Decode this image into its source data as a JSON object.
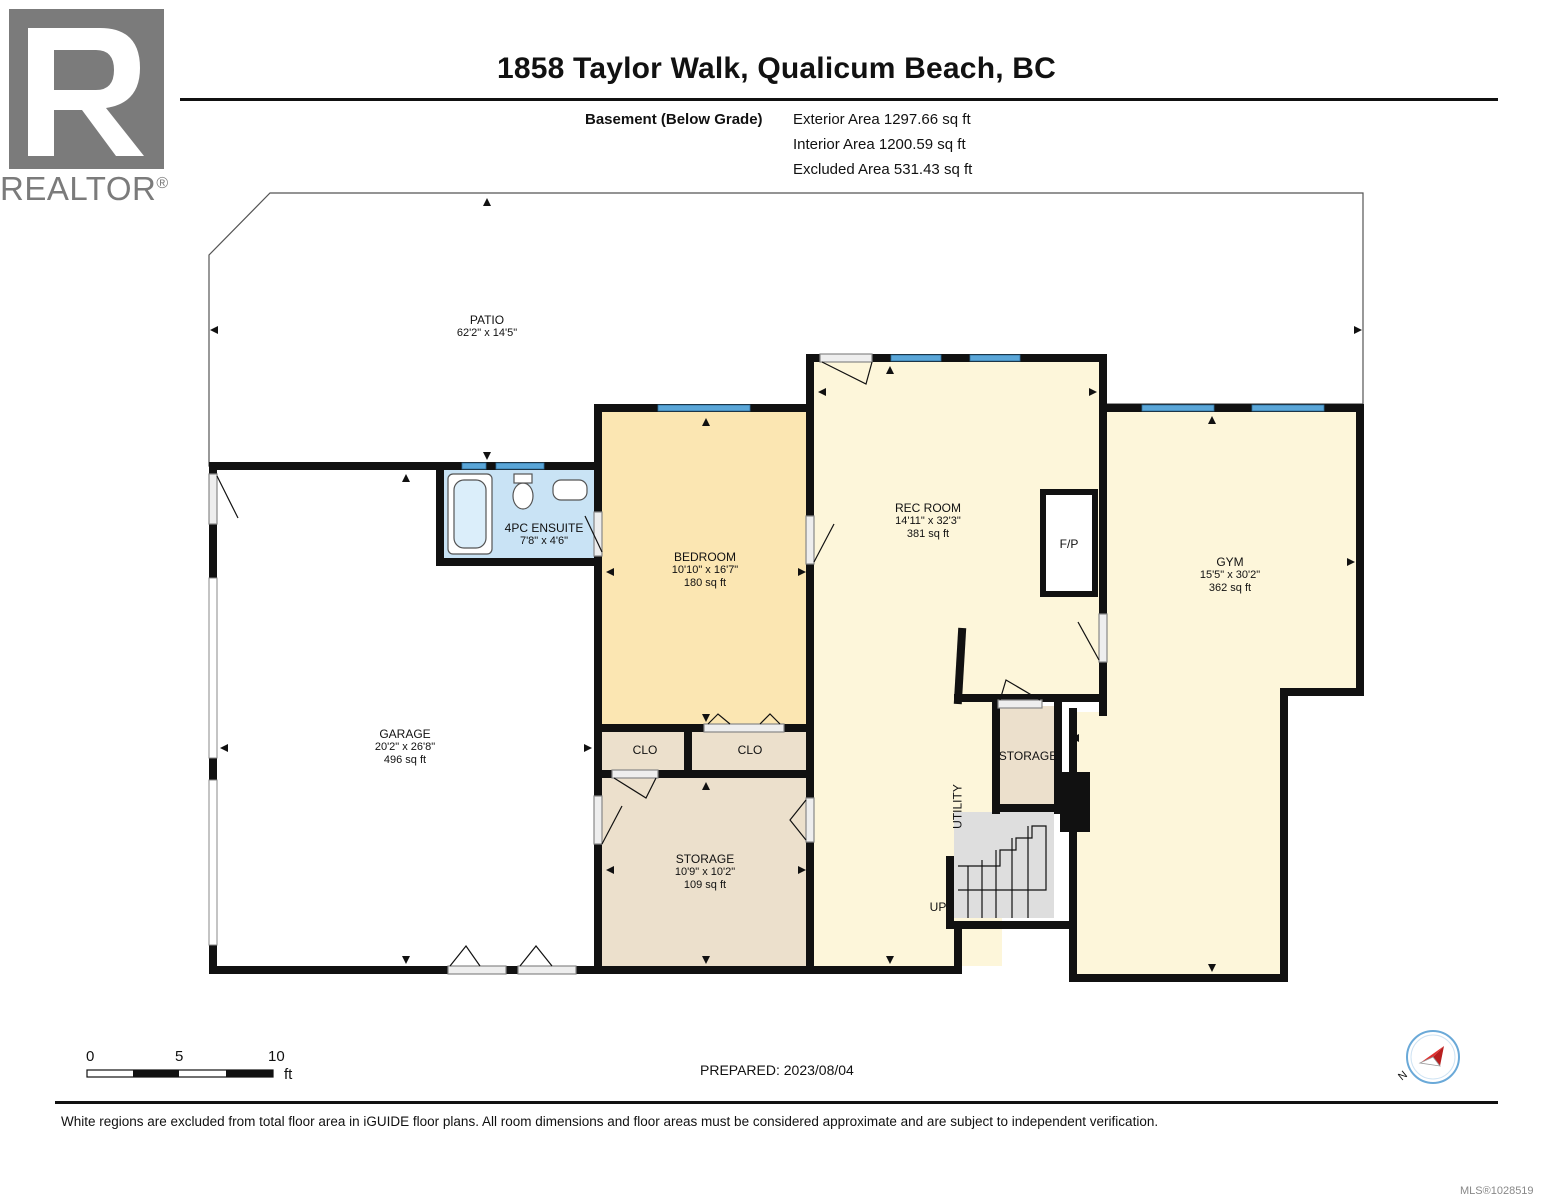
{
  "logo": {
    "text": "REALTOR",
    "mark": "®"
  },
  "title": "1858 Taylor Walk, Qualicum Beach, BC",
  "level": {
    "name": "Basement (Below Grade)",
    "exterior_area": "Exterior Area 1297.66 sq ft",
    "interior_area": "Interior Area 1200.59 sq ft",
    "excluded_area": "Excluded Area 531.43 sq ft"
  },
  "rooms": {
    "patio": {
      "name": "PATIO",
      "dims": "62'2\" x 14'5\""
    },
    "garage": {
      "name": "GARAGE",
      "dims": "20'2\" x 26'8\"",
      "area": "496 sq ft"
    },
    "ensuite": {
      "name": "4PC ENSUITE",
      "dims": "7'8\" x 4'6\""
    },
    "bedroom": {
      "name": "BEDROOM",
      "dims": "10'10\" x 16'7\"",
      "area": "180 sq ft"
    },
    "clo1": {
      "name": "CLO"
    },
    "clo2": {
      "name": "CLO"
    },
    "storage_main": {
      "name": "STORAGE",
      "dims": "10'9\" x 10'2\"",
      "area": "109 sq ft"
    },
    "rec_room": {
      "name": "REC ROOM",
      "dims": "14'11\" x 32'3\"",
      "area": "381 sq ft"
    },
    "fireplace": {
      "name": "F/P"
    },
    "storage_small": {
      "name": "STORAGE"
    },
    "utility": {
      "name": "UTILITY"
    },
    "stairs": {
      "name": "UP"
    },
    "gym": {
      "name": "GYM",
      "dims": "15'5\" x 30'2\"",
      "area": "362 sq ft"
    }
  },
  "scale": {
    "ticks": [
      "0",
      "5",
      "10"
    ],
    "unit": "ft"
  },
  "prepared": "PREPARED: 2023/08/04",
  "compass": {
    "label": "N"
  },
  "footer": "White regions are excluded from total floor area in iGUIDE floor plans. All room dimensions and floor areas must be considered approximate and are subject to independent verification.",
  "mls": "MLS®1028519",
  "colors": {
    "wall": "#111111",
    "bedroom_fill": "#fbe6b2",
    "rec_fill": "#fdf6da",
    "gym_fill": "#fdf6da",
    "storage_fill": "#ece0cc",
    "ensuite_fill": "#c9e3f5",
    "window": "#5aa6d8",
    "logo_gray": "#7b7b7b",
    "compass_red": "#e03030"
  }
}
